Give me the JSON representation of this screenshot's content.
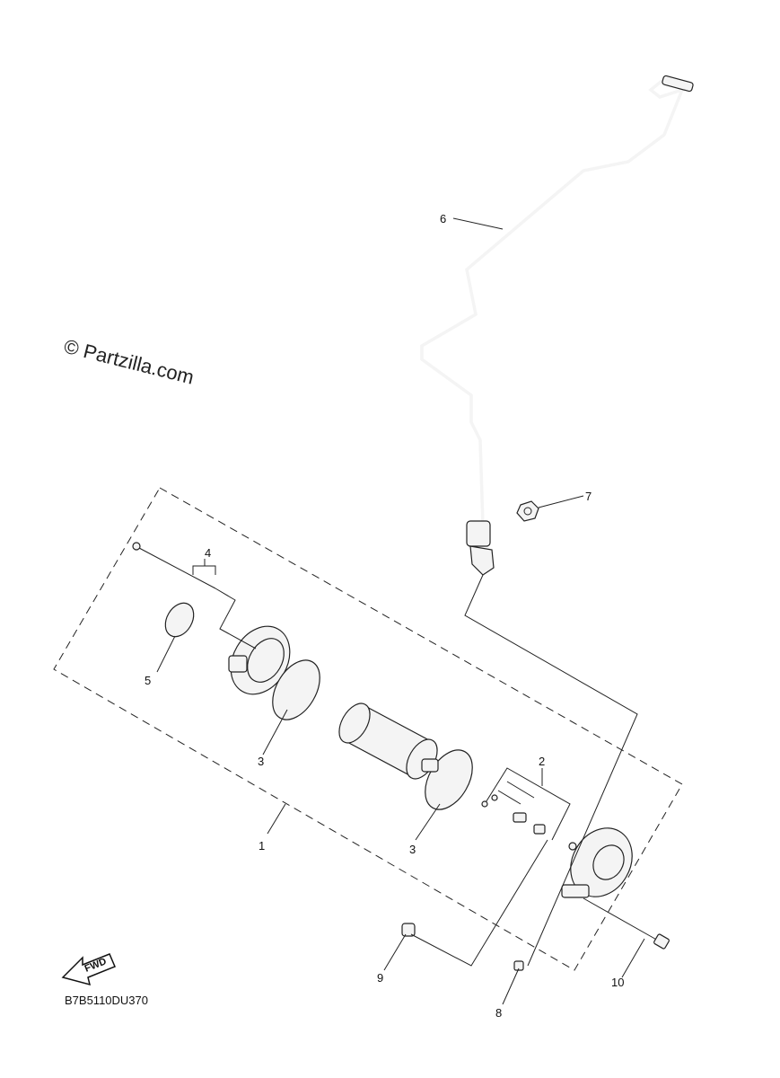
{
  "watermark": "© Partzilla.com",
  "diagram_code": "B7B5110DU370",
  "fwd_arrow_text": "FWD",
  "callouts": [
    {
      "id": "label-1",
      "text": "1"
    },
    {
      "id": "label-2",
      "text": "2"
    },
    {
      "id": "label-3a",
      "text": "3"
    },
    {
      "id": "label-3b",
      "text": "3"
    },
    {
      "id": "label-4",
      "text": "4"
    },
    {
      "id": "label-5",
      "text": "5"
    },
    {
      "id": "label-6",
      "text": "6"
    },
    {
      "id": "label-7",
      "text": "7"
    },
    {
      "id": "label-8",
      "text": "8"
    },
    {
      "id": "label-9",
      "text": "9"
    },
    {
      "id": "label-10",
      "text": "10"
    }
  ]
}
